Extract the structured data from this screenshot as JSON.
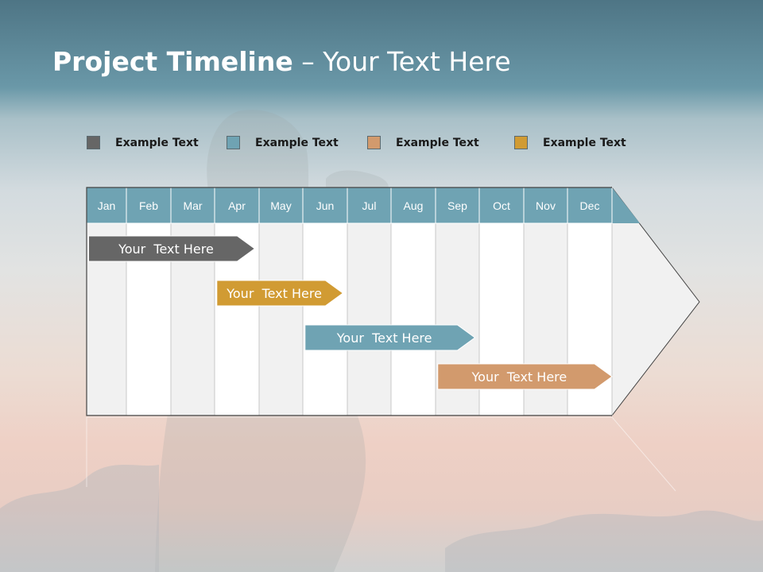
{
  "slide": {
    "title_bold": "Project Timeline",
    "title_rest": " – Your Text Here"
  },
  "legend": [
    {
      "label": "Example Text",
      "color": "#666666"
    },
    {
      "label": "Example Text",
      "color": "#6fa3b3"
    },
    {
      "label": "Example Text",
      "color": "#d29a6d"
    },
    {
      "label": "Example Text",
      "color": "#d19b33"
    }
  ],
  "months": [
    "Jan",
    "Feb",
    "Mar",
    "Apr",
    "May",
    "Jun",
    "Jul",
    "Aug",
    "Sep",
    "Oct",
    "Nov",
    "Dec"
  ],
  "bars": [
    {
      "label": "Your  Text Here",
      "color": "#666666",
      "start_month": 1.05,
      "end_month": 4.9
    },
    {
      "label": "Your  Text Here",
      "color": "#d19b33",
      "start_month": 4.05,
      "end_month": 6.9
    },
    {
      "label": "Your  Text Here",
      "color": "#6fa3b3",
      "start_month": 6.05,
      "end_month": 9.9
    },
    {
      "label": "Your  Text Here",
      "color": "#d29a6d",
      "start_month": 9.05,
      "end_month": 13.0
    }
  ],
  "colors": {
    "header": "#6fa3b3",
    "column_shade": "#f1f1f1",
    "column_light": "#ffffff",
    "grid": "#c8c8c8"
  }
}
